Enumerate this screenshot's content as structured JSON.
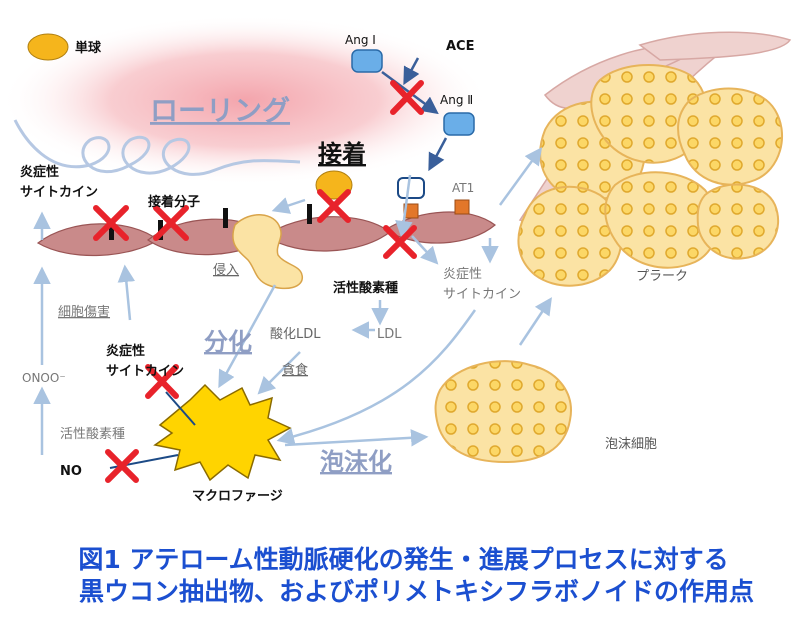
{
  "labels": {
    "monocyte": "単球",
    "ang1": "Ang Ⅰ",
    "ace": "ACE",
    "ang2": "Ang Ⅱ",
    "rolling": "ローリング",
    "adhesion": "接着",
    "inflam_cytokine_tl_1": "炎症性",
    "inflam_cytokine_tl_2": "サイトカイン",
    "adhesion_molecule": "接着分子",
    "at1": "AT1",
    "invasion": "侵入",
    "ros_center": "活性酸素種",
    "inflam_cytokine_c_1": "炎症性",
    "inflam_cytokine_c_2": "サイトカイン",
    "plaque": "プラーク",
    "cell_damage": "細胞傷害",
    "differentiation": "分化",
    "oxldl": "酸化LDL",
    "ldl": "LDL",
    "inflam_cytokine_l_1": "炎症性",
    "inflam_cytokine_l_2": "サイトカイン",
    "onoo": "ONOO⁻",
    "phagocytosis": "貪食",
    "ros_left": "活性酸素種",
    "foaming": "泡沫化",
    "foam_cell": "泡沫細胞",
    "no": "NO",
    "macrophage": "マクロファージ"
  },
  "caption": {
    "line1": "図1 アテローム性動脈硬化の発生・進展プロセスに対する",
    "line2": "黒ウコン抽出物、およびポリメトキシフラボノイドの作用点"
  },
  "colors": {
    "caption": "#1b4fd0",
    "inhibit_x": "#e8232b",
    "arrow": "#a9c3e0",
    "receptor": "#6aaee8",
    "monocyte": "#f5b51c",
    "endothelium": "#c98a8a",
    "plaque_fill": "#fbe3a4",
    "macrophage": "#ffd400"
  }
}
